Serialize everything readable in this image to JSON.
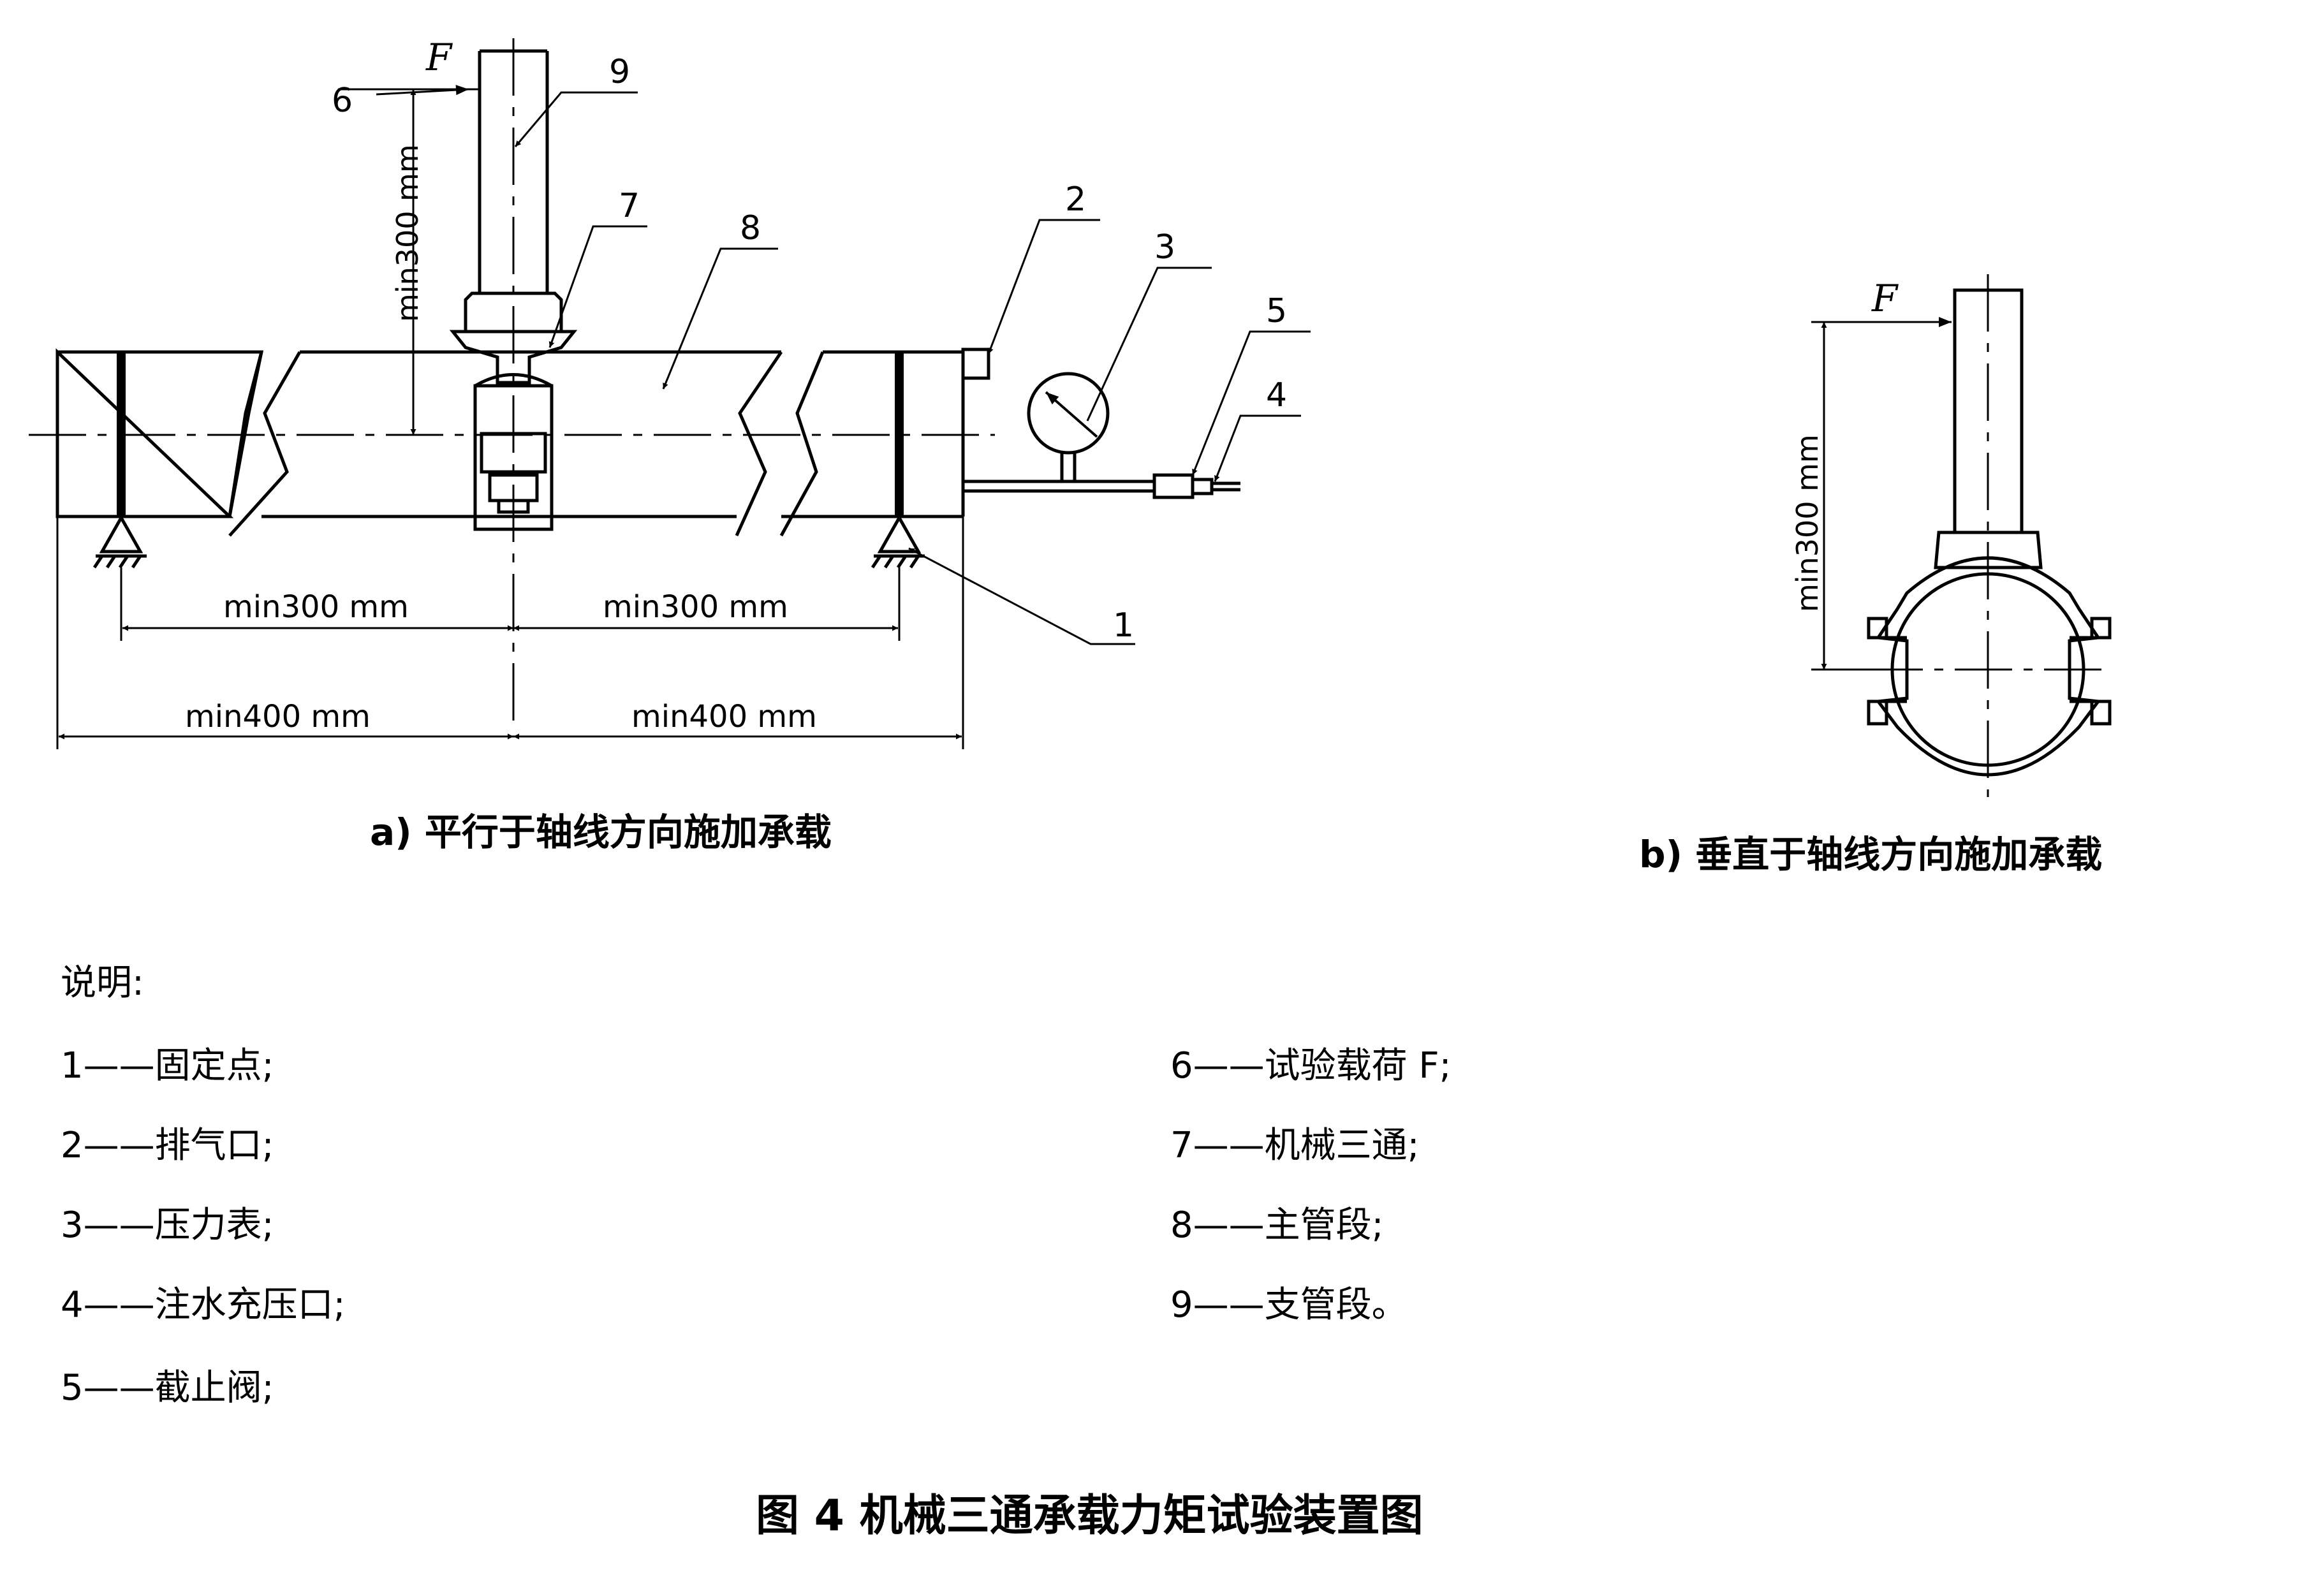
{
  "figure": {
    "caption": "图 4    机械三通承载力矩试验装置图",
    "sub_a": "a)    平行于轴线方向施加承载",
    "sub_b": "b)    垂直于轴线方向施加承载"
  },
  "labels": {
    "force": "F",
    "min300": "min300 mm",
    "min400": "min400 mm",
    "callouts": [
      "1",
      "2",
      "3",
      "4",
      "5",
      "6",
      "7",
      "8",
      "9"
    ]
  },
  "legend": {
    "title": "说明:",
    "left": [
      "1——固定点;",
      "2——排气口;",
      "3——压力表;",
      "4——注水充压口;",
      "5——截止阀;"
    ],
    "right": [
      "6——试验载荷 F;",
      "7——机械三通;",
      "8——主管段;",
      "9——支管段。"
    ]
  },
  "colors": {
    "ink": "#000000",
    "paper": "#ffffff"
  }
}
